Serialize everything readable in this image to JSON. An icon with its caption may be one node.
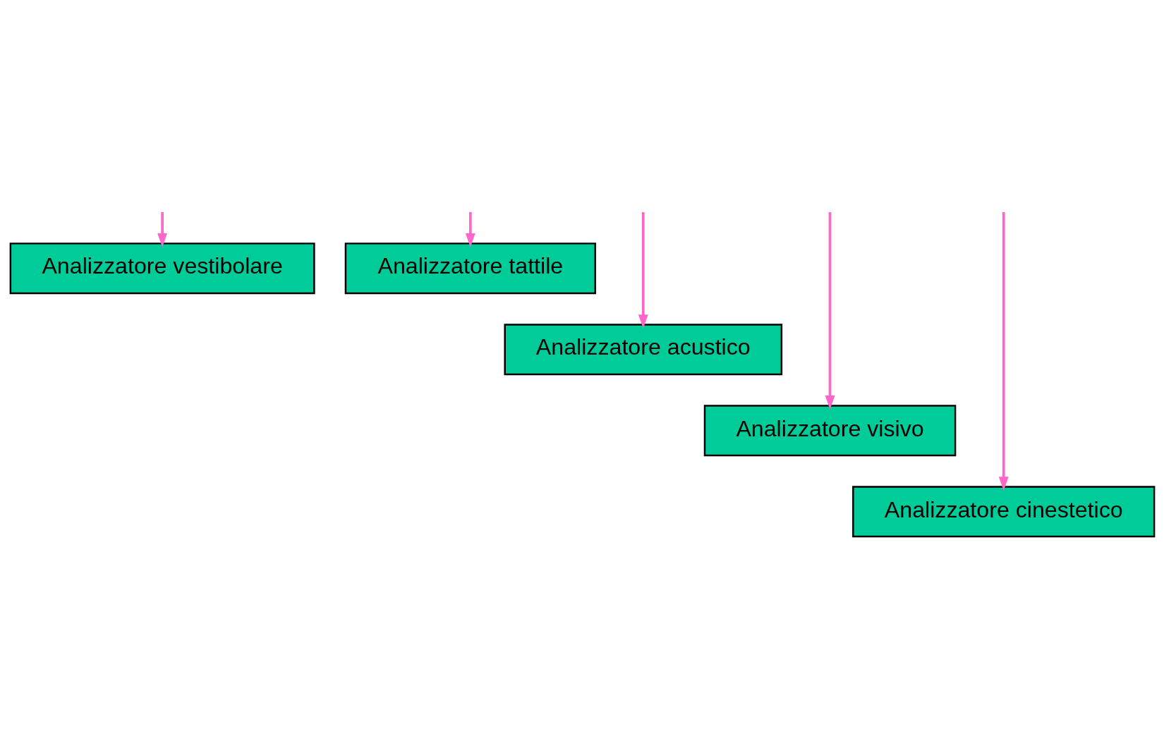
{
  "diagram": {
    "nodes": [
      {
        "text": [
          "Analizzatore vestibolare"
        ]
      },
      {
        "text": [
          "Analizzatore tattile"
        ]
      },
      {
        "text": [
          "Analizzatore acustico"
        ]
      },
      {
        "text": [
          "Analizzatore visivo"
        ]
      },
      {
        "text": [
          "Analizzatore cinestetico"
        ]
      }
    ],
    "edges": [
      {
        "from": null,
        "to": 1,
        "arrow": "to"
      },
      {
        "from": null,
        "to": 3,
        "arrow": "to"
      },
      {
        "from": null,
        "to": 4,
        "arrow": "to"
      },
      {
        "from": null,
        "to": 2,
        "arrow": "to"
      },
      {
        "from": null,
        "to": 0,
        "arrow": "to"
      }
    ]
  }
}
